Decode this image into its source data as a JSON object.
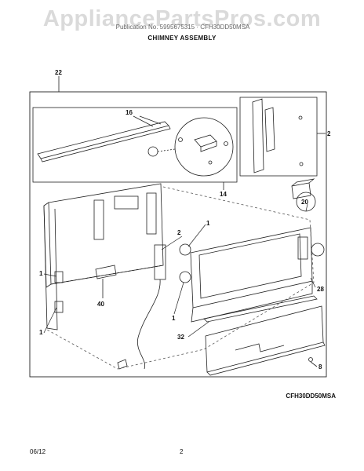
{
  "watermark": "AppliancePartsPros.com",
  "header_line": "Publication No. 5995675315 · CFH30DD50MSA",
  "title": "CHIMNEY ASSEMBLY",
  "model": "CFH30DD50MSA",
  "footer": {
    "date": "06/12",
    "page": "2"
  },
  "callouts": {
    "c22": "22",
    "c16": "16",
    "c2a": "2",
    "c14": "14",
    "c20": "20",
    "c2b": "2",
    "c1a": "1",
    "c1b": "1",
    "c1c": "1",
    "c1d": "1",
    "c40": "40",
    "c28": "28",
    "c32": "32",
    "c8": "8"
  },
  "colors": {
    "line": "#222222",
    "dashed": "#555555",
    "watermark": "#999999"
  }
}
